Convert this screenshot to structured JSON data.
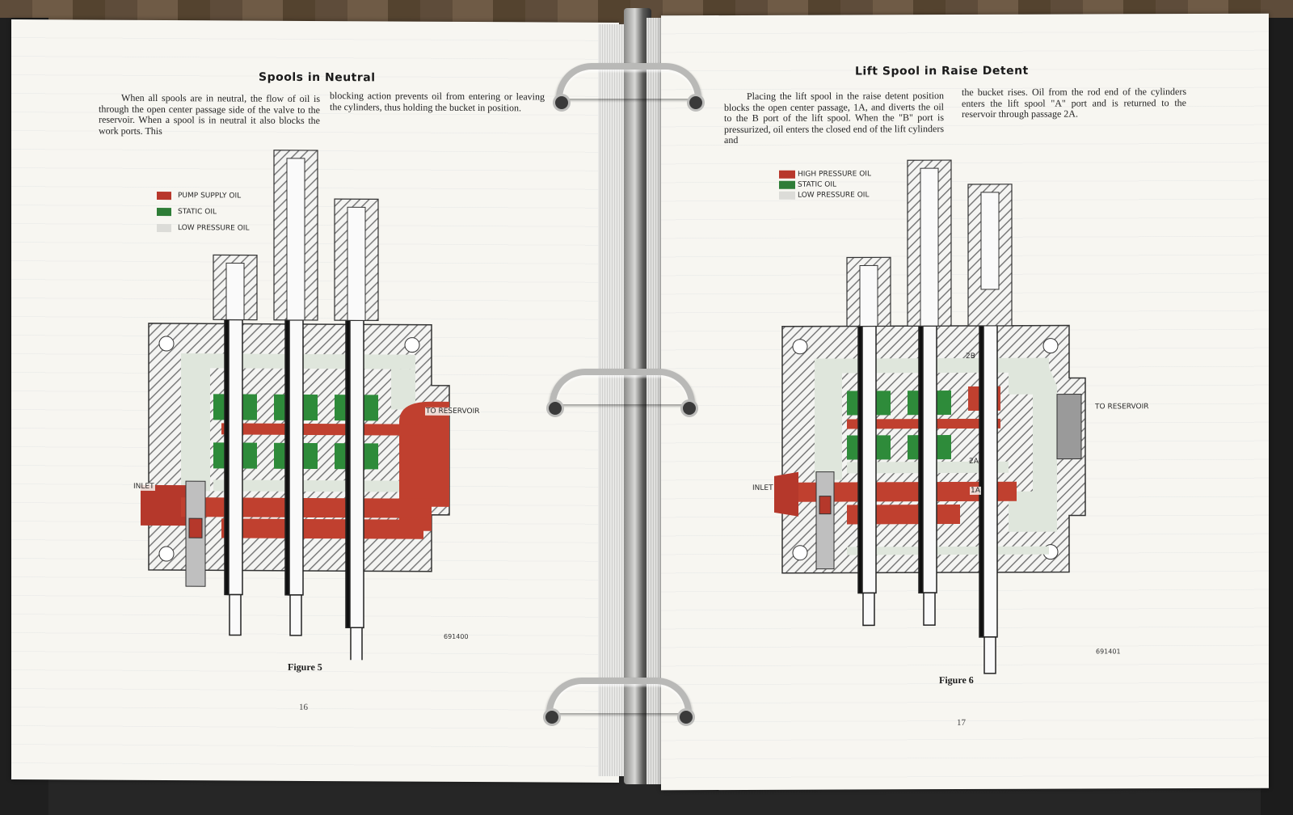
{
  "colors": {
    "pump_supply_red": "#c0402f",
    "static_green": "#2e8b3a",
    "low_pressure_gray": "#dfe6dc",
    "hatch_gray": "#8a8a8a",
    "paper": "#f7f6f1"
  },
  "left_page": {
    "title": "Spools in Neutral",
    "paragraph_col1": "When all spools are in neutral, the flow of oil is through the open center passage side of the valve to the reservoir. When a spool is in neutral it also blocks the work ports. This",
    "paragraph_col2": "blocking action prevents oil from entering or leaving the cylinders, thus holding the bucket in position.",
    "legend": [
      {
        "label": "PUMP SUPPLY OIL",
        "color": "#b8372b"
      },
      {
        "label": "STATIC OIL",
        "color": "#2e7d37"
      },
      {
        "label": "LOW PRESSURE OIL",
        "color": "#dcdcd8"
      }
    ],
    "labels": {
      "to_reservoir": "TO RESERVOIR",
      "inlet": "INLET"
    },
    "figure_number": "691400",
    "figure_label": "Figure 5",
    "page_number": "16"
  },
  "right_page": {
    "title": "Lift Spool in Raise Detent",
    "paragraph_col1": "Placing the lift spool in the raise detent position blocks the open center passage, 1A, and diverts the oil to the B port of the lift spool. When the \"B\" port is pressurized, oil enters the closed end of the lift cylinders and",
    "paragraph_col2": "the bucket rises. Oil from the rod end of the cylinders enters the lift spool \"A\" port and is returned to the reservoir through passage 2A.",
    "legend": [
      {
        "label": "HIGH PRESSURE OIL",
        "color": "#b8372b"
      },
      {
        "label": "STATIC OIL",
        "color": "#2e7d37"
      },
      {
        "label": "LOW PRESSURE OIL",
        "color": "#dcdcd8"
      }
    ],
    "labels": {
      "to_reservoir": "TO RESERVOIR",
      "inlet": "INLET",
      "passage_2b": "2B",
      "passage_2a": "2A",
      "passage_1a": "1A"
    },
    "figure_number": "691401",
    "figure_label": "Figure 6",
    "page_number": "17"
  }
}
